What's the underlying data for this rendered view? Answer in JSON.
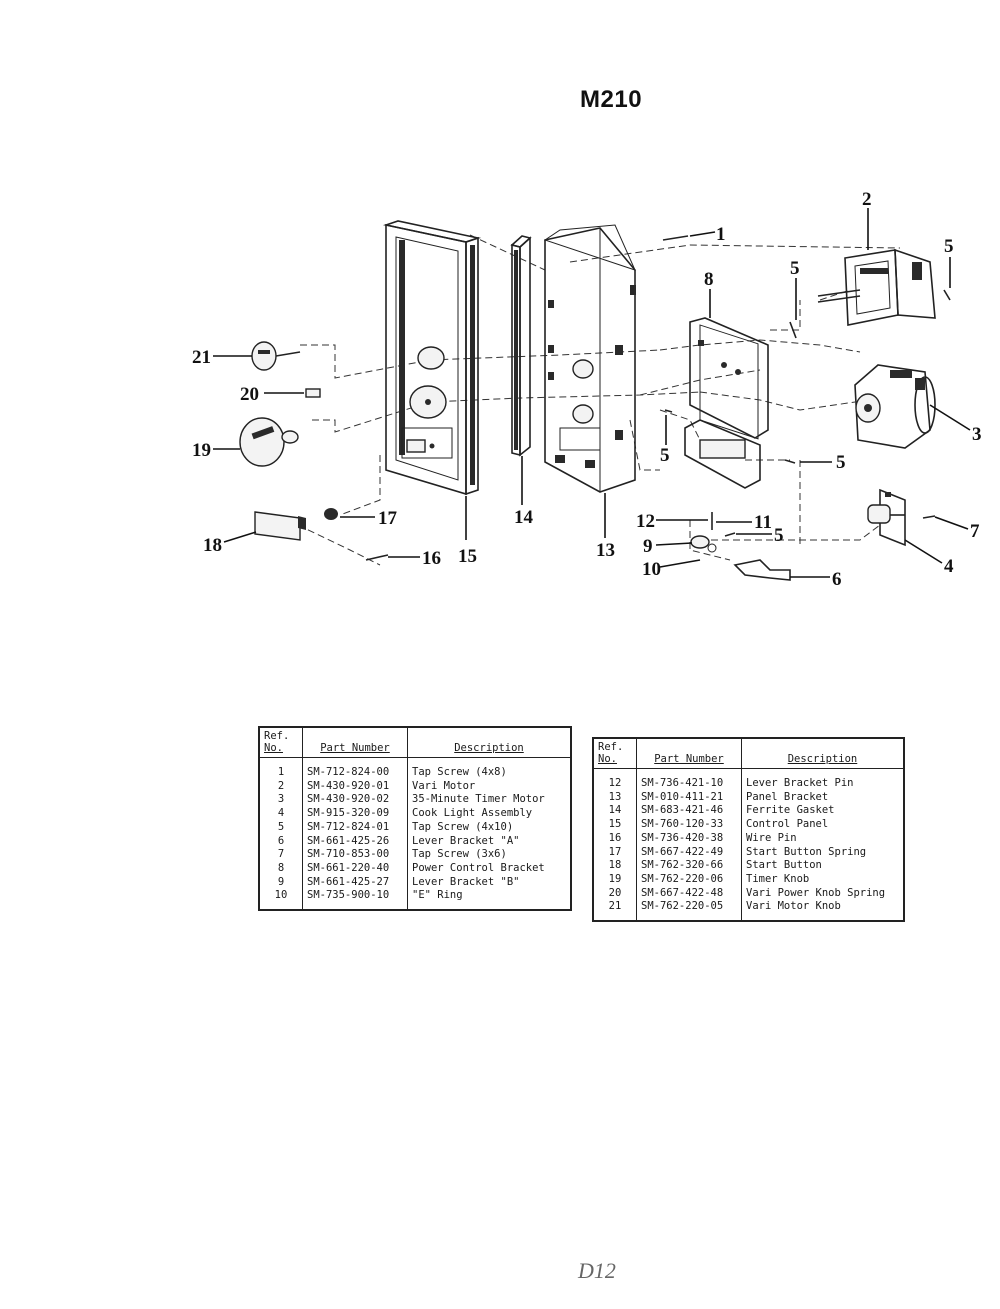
{
  "title": "M210",
  "callouts": [
    "1",
    "2",
    "3",
    "4",
    "5",
    "5",
    "5",
    "5",
    "5",
    "6",
    "7",
    "8",
    "9",
    "10",
    "11",
    "12",
    "13",
    "14",
    "15",
    "16",
    "17",
    "18",
    "19",
    "20",
    "21"
  ],
  "table_left": {
    "headers": {
      "ref_line1": "Ref.",
      "ref_line2": "No.",
      "part_number": "Part Number",
      "description": "Description"
    },
    "rows": [
      {
        "ref": "1",
        "part": "SM-712-824-00",
        "desc": "Tap Screw (4x8)"
      },
      {
        "ref": "2",
        "part": "SM-430-920-01",
        "desc": "Vari Motor"
      },
      {
        "ref": "3",
        "part": "SM-430-920-02",
        "desc": "35-Minute Timer Motor"
      },
      {
        "ref": "4",
        "part": "SM-915-320-09",
        "desc": "Cook Light Assembly"
      },
      {
        "ref": "5",
        "part": "SM-712-824-01",
        "desc": "Tap Screw (4x10)"
      },
      {
        "ref": "6",
        "part": "SM-661-425-26",
        "desc": "Lever Bracket \"A\""
      },
      {
        "ref": "7",
        "part": "SM-710-853-00",
        "desc": "Tap Screw (3x6)"
      },
      {
        "ref": "8",
        "part": "SM-661-220-40",
        "desc": "Power Control Bracket"
      },
      {
        "ref": "9",
        "part": "SM-661-425-27",
        "desc": "Lever Bracket \"B\""
      },
      {
        "ref": "10",
        "part": "SM-735-900-10",
        "desc": "\"E\" Ring"
      }
    ]
  },
  "table_right": {
    "headers": {
      "ref_line1": "Ref.",
      "ref_line2": "No.",
      "part_number": "Part Number",
      "description": "Description"
    },
    "rows": [
      {
        "ref": "12",
        "part": "SM-736-421-10",
        "desc": "Lever Bracket Pin"
      },
      {
        "ref": "13",
        "part": "SM-010-411-21",
        "desc": "Panel Bracket"
      },
      {
        "ref": "14",
        "part": "SM-683-421-46",
        "desc": "Ferrite Gasket"
      },
      {
        "ref": "15",
        "part": "SM-760-120-33",
        "desc": "Control Panel"
      },
      {
        "ref": "16",
        "part": "SM-736-420-38",
        "desc": "Wire Pin"
      },
      {
        "ref": "17",
        "part": "SM-667-422-49",
        "desc": "Start Button Spring"
      },
      {
        "ref": "18",
        "part": "SM-762-320-66",
        "desc": "Start Button"
      },
      {
        "ref": "19",
        "part": "SM-762-220-06",
        "desc": "Timer Knob"
      },
      {
        "ref": "20",
        "part": "SM-667-422-48",
        "desc": "Vari Power Knob Spring"
      },
      {
        "ref": "21",
        "part": "SM-762-220-05",
        "desc": "Vari Motor Knob"
      }
    ]
  },
  "footer": "D12"
}
